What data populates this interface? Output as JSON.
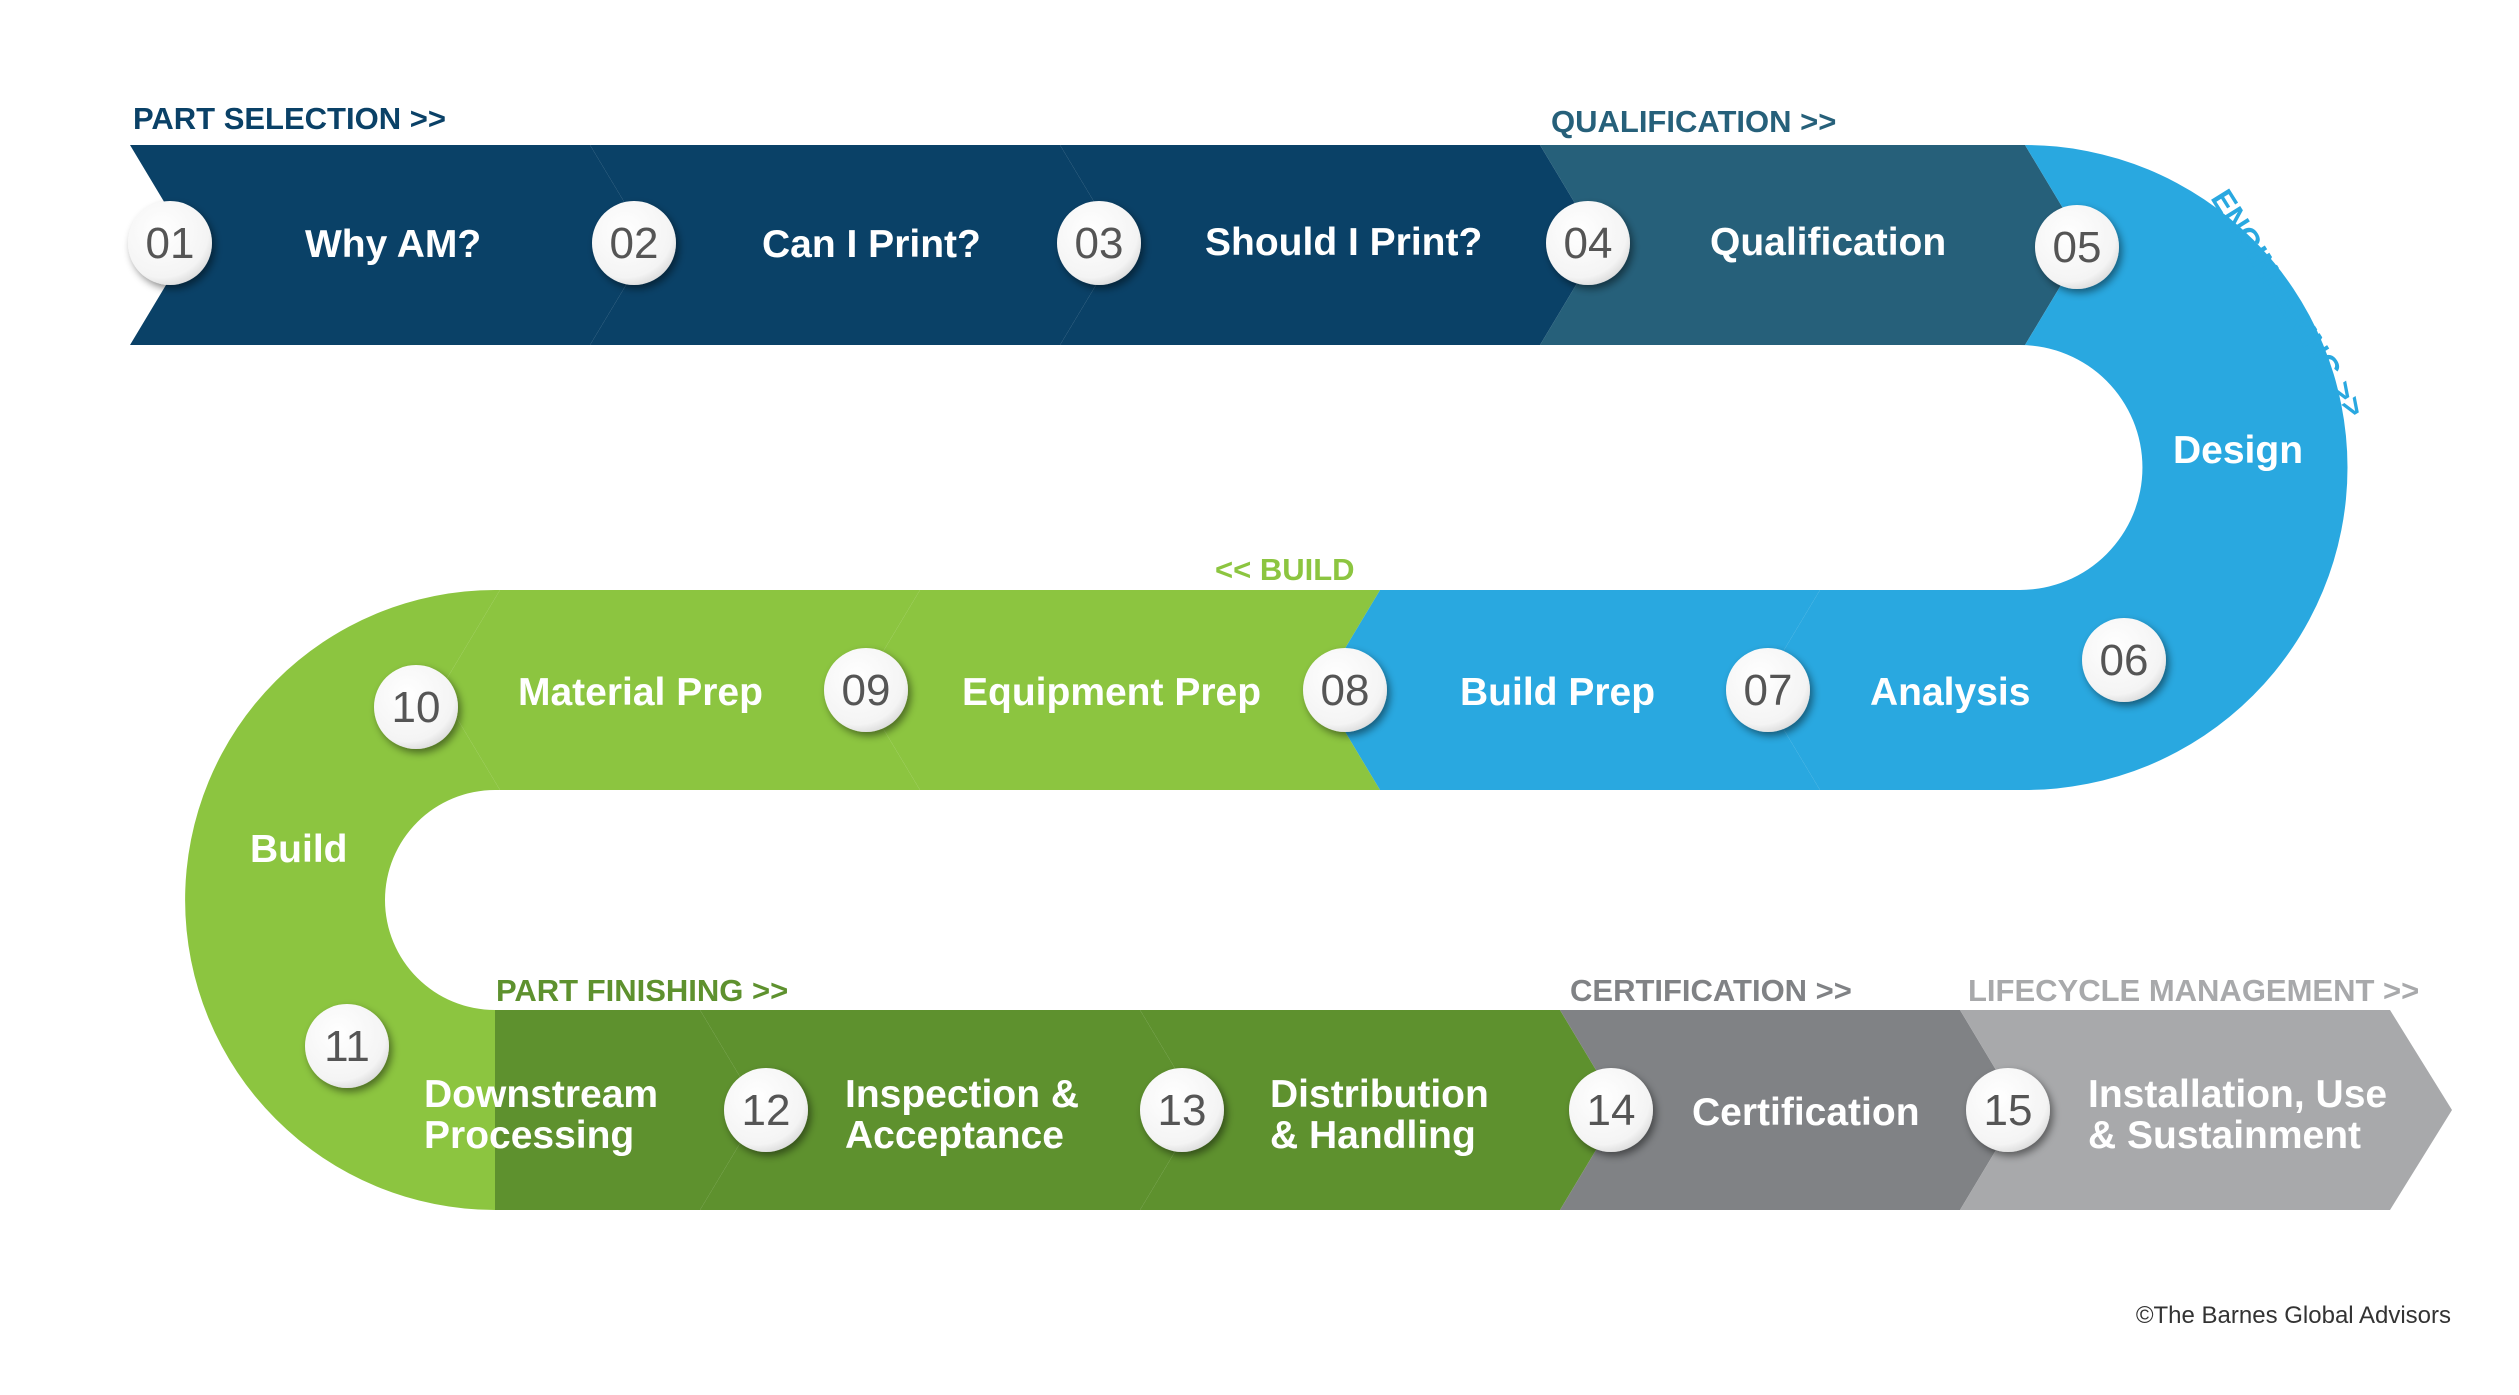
{
  "colors": {
    "part_selection": "#0a4167",
    "qualification": "#26607a",
    "engineering": "#29a8e0",
    "build_light": "#8cc540",
    "build_dark": "#6aa236",
    "finishing": "#5e912e",
    "certification": "#808285",
    "lifecycle": "#a8a9ab",
    "label_blue": "#0a4167",
    "label_teal": "#26607a",
    "label_sky": "#29a8e0",
    "label_green": "#8cc540",
    "label_darkgreen": "#5e912e",
    "label_grey": "#808285",
    "label_lightgrey": "#a8a9ab"
  },
  "phases": {
    "part_selection": "PART SELECTION >>",
    "qualification": "QUALIFICATION >>",
    "engineering": "ENGINEERING >>",
    "build": "<< BUILD",
    "part_finishing": "PART FINISHING >>",
    "certification": "CERTIFICATION >>",
    "lifecycle": "LIFECYCLE MANAGEMENT >>"
  },
  "steps": [
    {
      "num": "01",
      "label": "Why AM?"
    },
    {
      "num": "02",
      "label": "Can I Print?"
    },
    {
      "num": "03",
      "label": "Should I Print?"
    },
    {
      "num": "04",
      "label": "Qualification"
    },
    {
      "num": "05",
      "label": "Design"
    },
    {
      "num": "06",
      "label": "Analysis"
    },
    {
      "num": "07",
      "label": "Build Prep"
    },
    {
      "num": "08",
      "label": "Equipment Prep"
    },
    {
      "num": "09",
      "label": "Material Prep"
    },
    {
      "num": "10",
      "label": "Build"
    },
    {
      "num": "11",
      "label_line1": "Downstream",
      "label_line2": "Processing"
    },
    {
      "num": "12",
      "label_line1": "Inspection &",
      "label_line2": "Acceptance"
    },
    {
      "num": "13",
      "label_line1": "Distribution",
      "label_line2": "& Handling"
    },
    {
      "num": "14",
      "label": "Certification"
    },
    {
      "num": "15",
      "label_line1": "Installation, Use",
      "label_line2": "& Sustainment"
    }
  ],
  "copyright": "©The Barnes Global Advisors"
}
